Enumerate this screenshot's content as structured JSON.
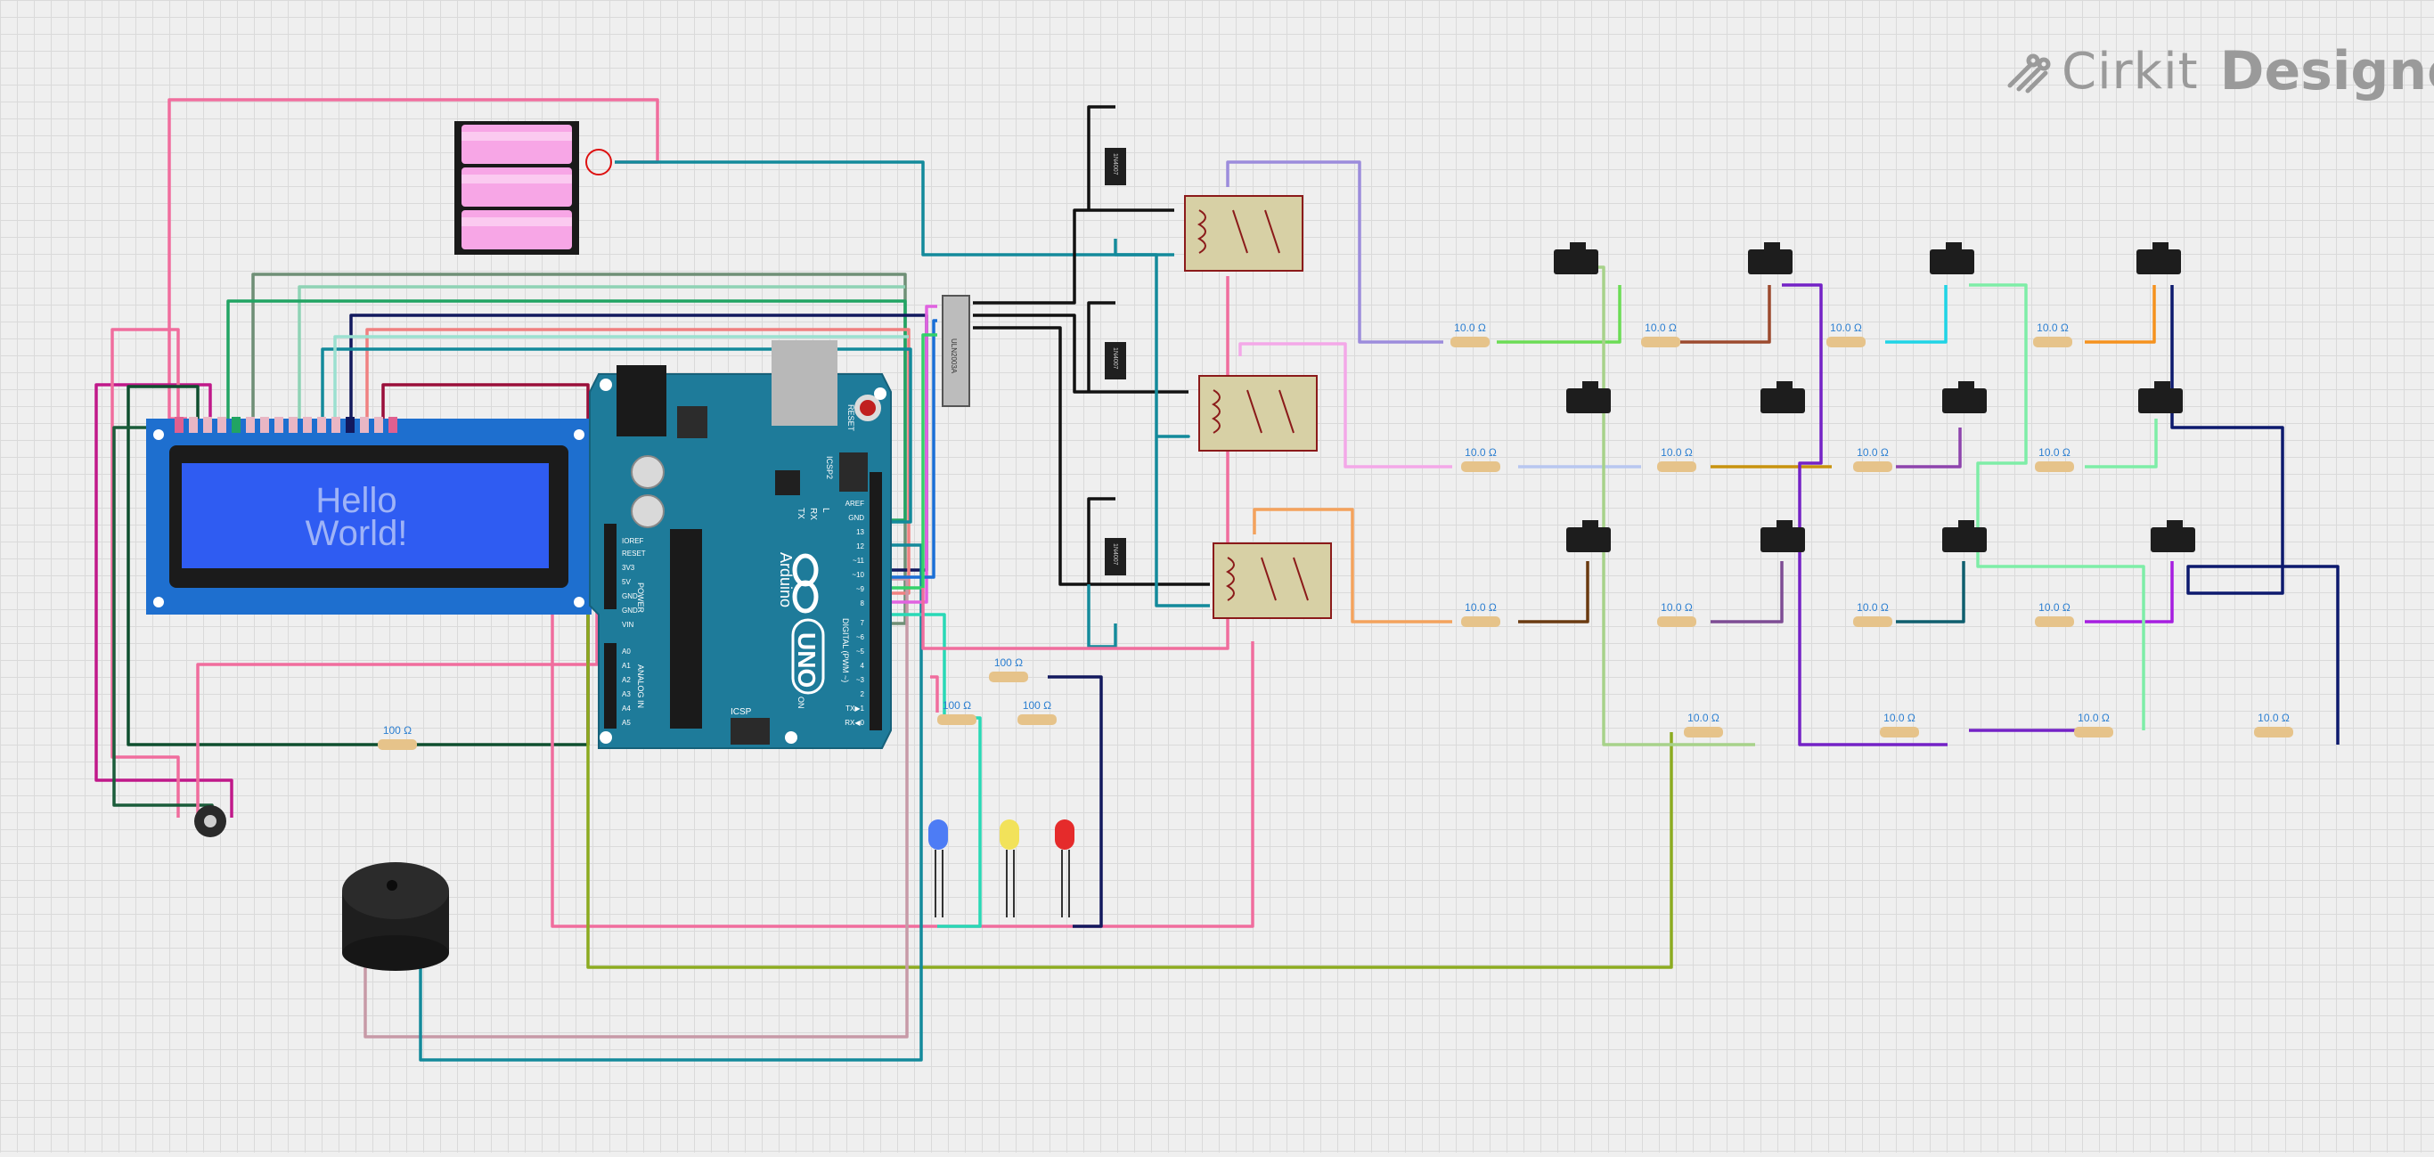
{
  "brand": {
    "name": "Cirkit",
    "product": "Designer",
    "icon": "cirkit-logo-icon"
  },
  "lcd": {
    "line1": "Hello",
    "line2": "World!"
  },
  "arduino": {
    "logo_text": "UNO",
    "brand_text": "Arduino",
    "reset_label": "RESET",
    "icsp_label": "ICSP",
    "icsp2_label": "ICSP2",
    "on_label": "ON",
    "tx_label": "TX",
    "rx_label": "RX",
    "l_label": "L",
    "digital_label": "DIGITAL (PWM ~)",
    "power_label": "POWER",
    "analog_label": "ANALOG IN",
    "power_pins": [
      "IOREF",
      "RESET",
      "3V3",
      "5V",
      "GND",
      "GND",
      "VIN"
    ],
    "analog_pins": [
      "A0",
      "A1",
      "A2",
      "A3",
      "A4",
      "A5"
    ],
    "digital_pins": [
      "AREF",
      "GND",
      "13",
      "12",
      "~11",
      "~10",
      "~9",
      "8",
      "7",
      "~6",
      "~5",
      "4",
      "~3",
      "2",
      "TX▶1",
      "RX◀0"
    ]
  },
  "driver_chip": {
    "label": "ULN2003A"
  },
  "diode_label": "1N4007",
  "resistor_labels": {
    "r10k": "10.0 Ω",
    "r100": "100 Ω"
  },
  "colors": {
    "board": "#1e7b9a",
    "lcd_bg": "#2f5cf2",
    "relay": "#d7d0a5",
    "relay_border": "#8b1a1a",
    "battery": "#f7a6e6"
  }
}
